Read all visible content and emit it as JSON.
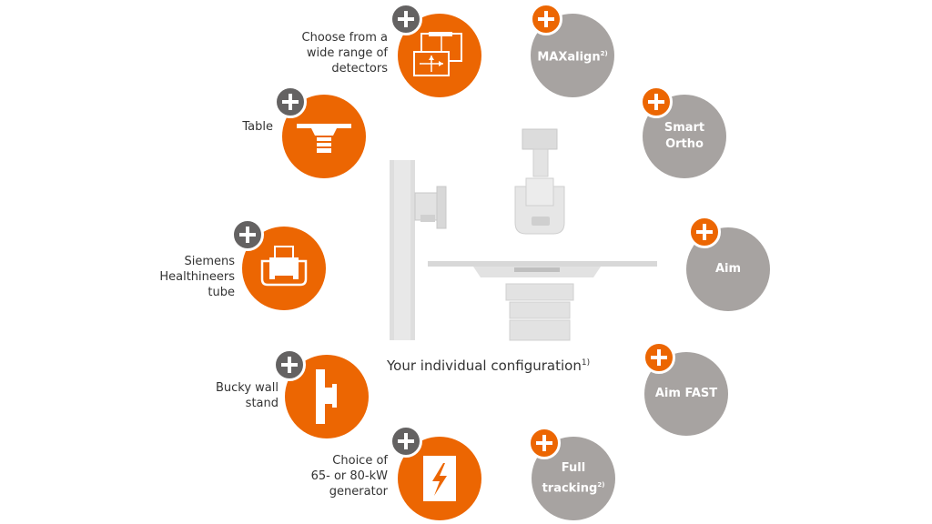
{
  "left_options": {
    "detectors": {
      "label_lines": [
        "Choose from a",
        "wide range of",
        "detectors"
      ]
    },
    "table": {
      "label_lines": [
        "Table"
      ]
    },
    "tube": {
      "label_lines": [
        "Siemens",
        "Healthineers",
        "tube"
      ]
    },
    "bucky": {
      "label_lines": [
        "Bucky wall",
        "stand"
      ]
    },
    "generator": {
      "label_lines": [
        "Choice of",
        "65- or 80-kW",
        "generator"
      ]
    }
  },
  "right_options": {
    "maxalign": {
      "label": "MAXalign",
      "sup": "2)"
    },
    "smart_ortho": {
      "label_lines": [
        "Smart",
        "Ortho"
      ]
    },
    "aim": {
      "label": "Aim"
    },
    "aim_fast": {
      "label": "Aim FAST"
    },
    "full_tracking": {
      "label_line1": "Full",
      "label_line2": "tracking",
      "sup": "2)"
    }
  },
  "center": {
    "caption": "Your individual configuration",
    "sup": "1)"
  },
  "colors": {
    "orange": "#ec6602",
    "gray": "#a7a3a1",
    "dark_plus": "#646262",
    "device": "#dcdcdc"
  },
  "icons": [
    "plus-icon",
    "detector-icon",
    "table-icon",
    "tube-icon",
    "bucky-wall-stand-icon",
    "generator-bolt-icon"
  ]
}
